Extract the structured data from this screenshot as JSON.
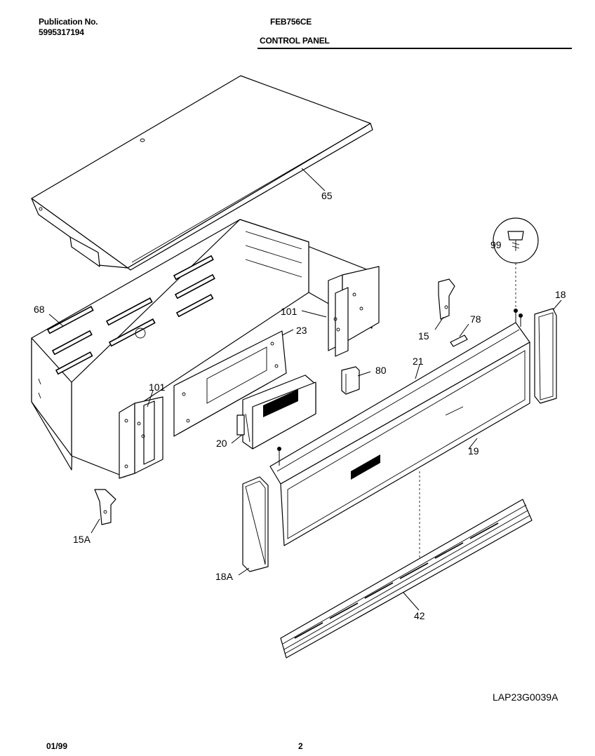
{
  "header": {
    "publication_label": "Publication No.",
    "publication_number": "5995317194",
    "model": "FEB756CE",
    "section": "CONTROL PANEL"
  },
  "callouts": {
    "c65": "65",
    "c99": "99",
    "c68": "68",
    "c101a": "101",
    "c23": "23",
    "c18": "18",
    "c15": "15",
    "c78": "78",
    "c80": "80",
    "c21": "21",
    "c101b": "101",
    "c20": "20",
    "c19": "19",
    "c15a": "15A",
    "c18a": "18A",
    "c42": "42"
  },
  "drawing_code": "LAP23G0039A",
  "footer": {
    "date": "01/99",
    "page": "2"
  }
}
